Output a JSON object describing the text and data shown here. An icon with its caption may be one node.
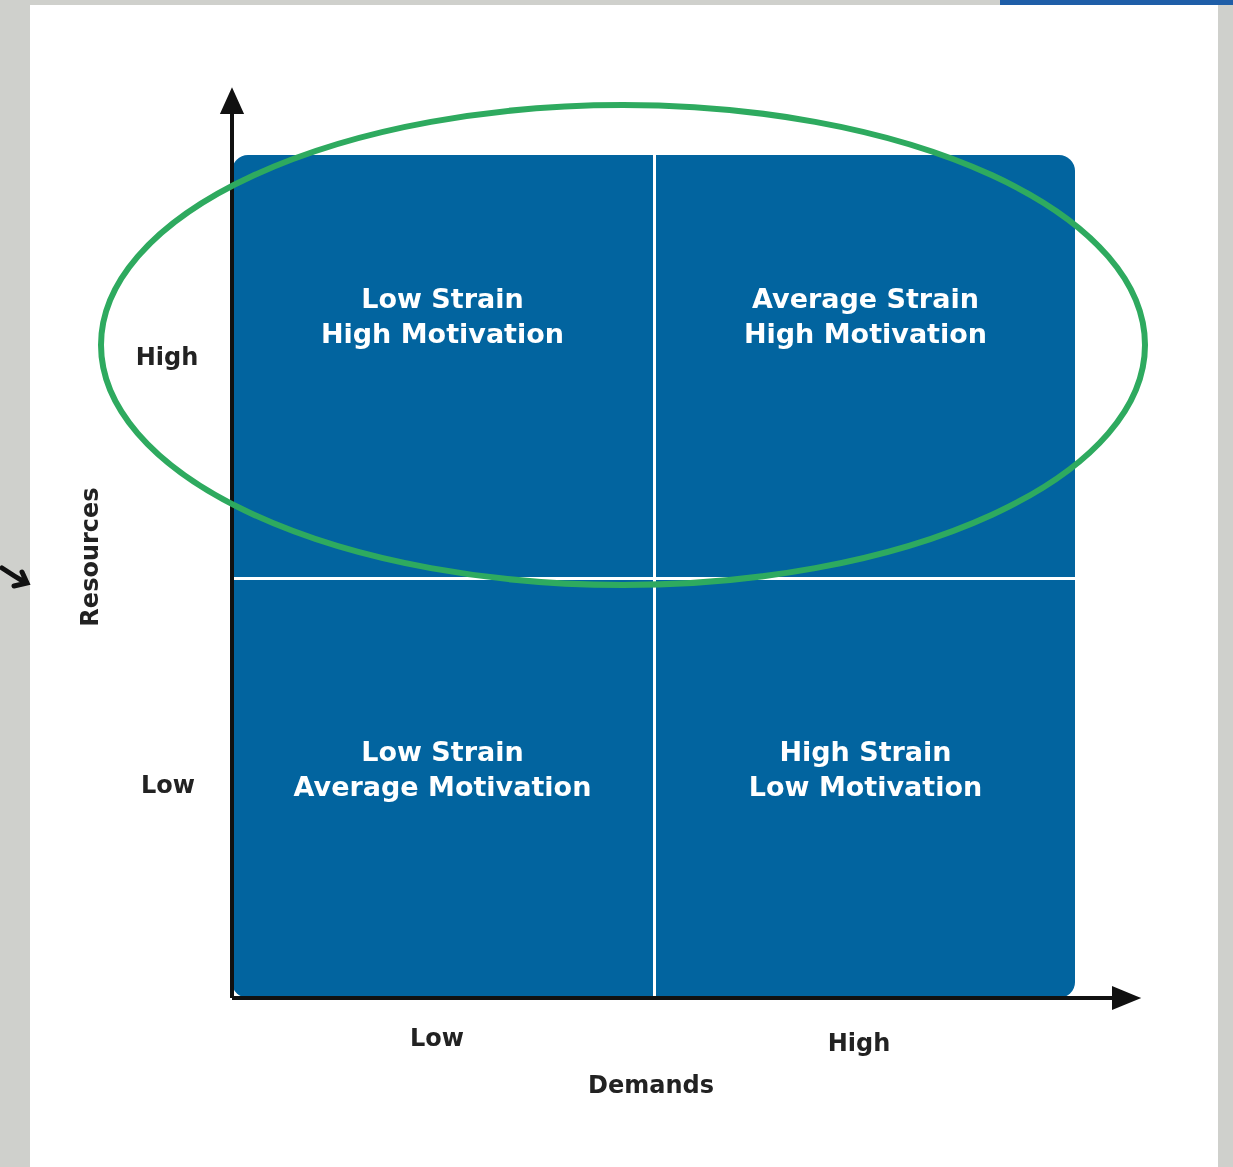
{
  "diagram": {
    "nodes": [
      {
        "text": [
          "Low Strain",
          "High Motivation"
        ]
      },
      {
        "text": [
          "Average Strain",
          "High Motivation"
        ]
      },
      {
        "text": [
          "Low Strain",
          "Average Motivation"
        ]
      },
      {
        "text": [
          "High Strain",
          "Low Motivation"
        ]
      }
    ],
    "labels": [
      "High",
      "Low",
      "Resources",
      "Low",
      "High",
      "Demands"
    ]
  }
}
